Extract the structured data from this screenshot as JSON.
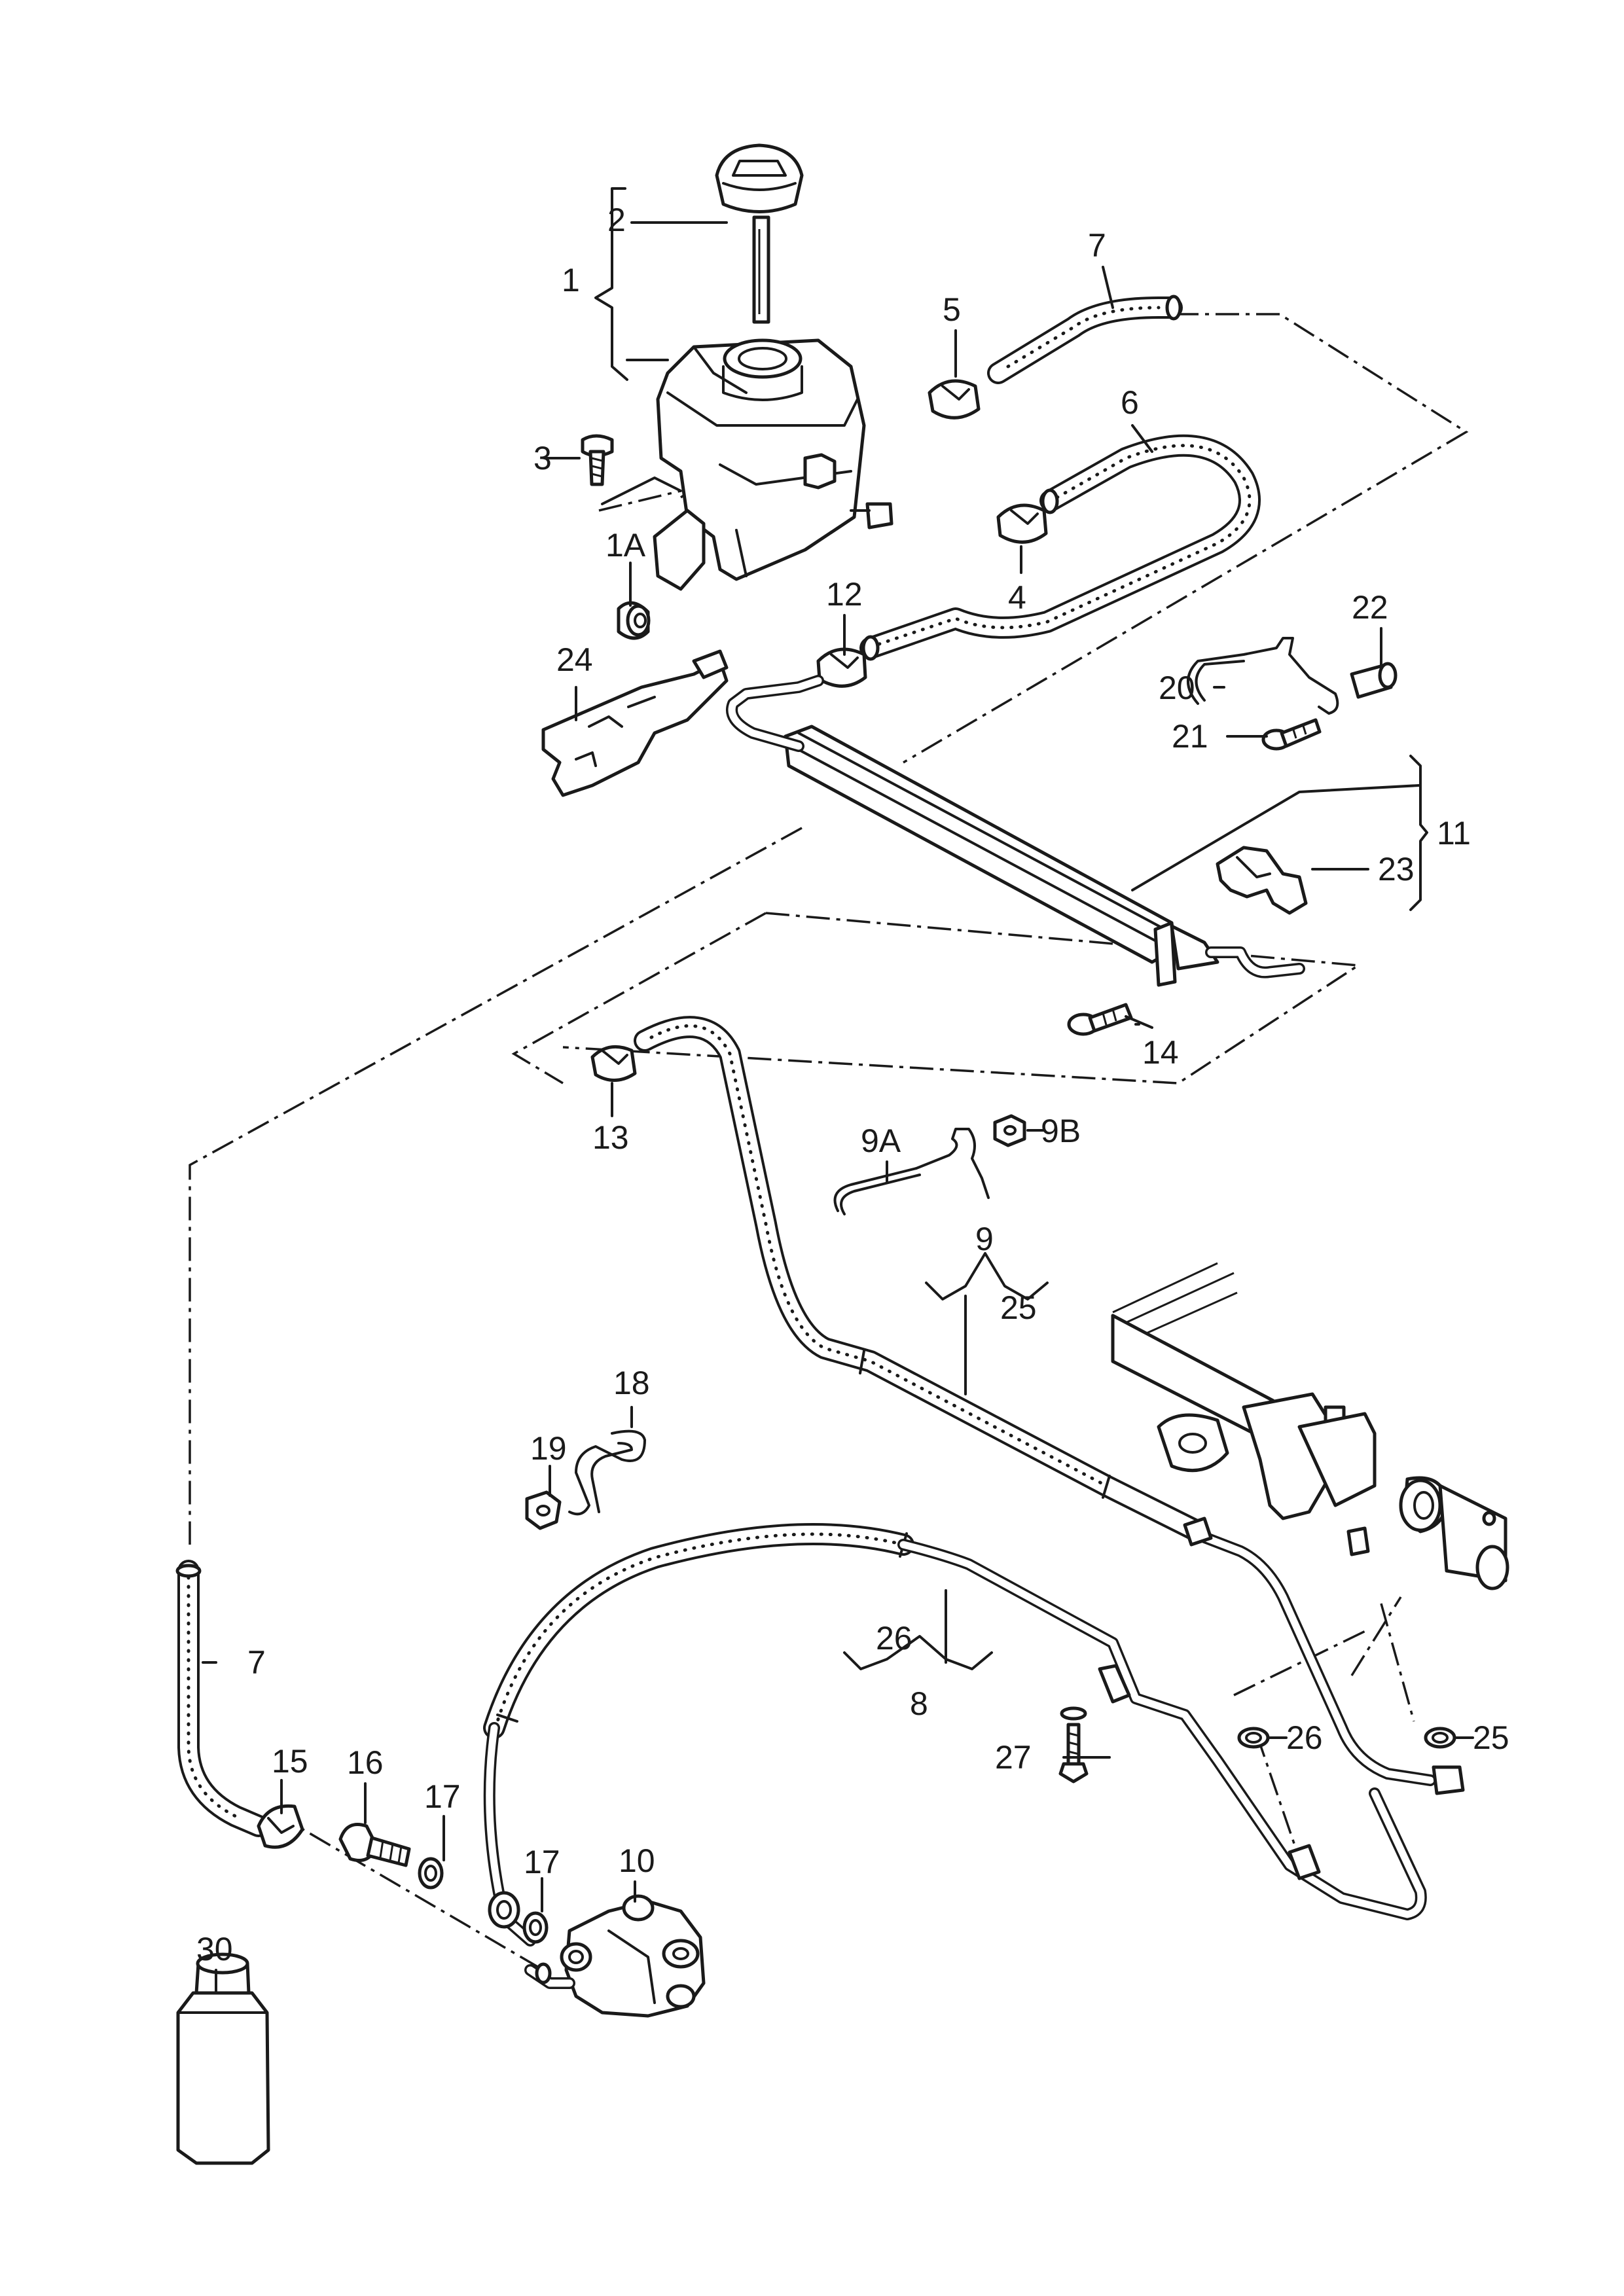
{
  "callouts": {
    "c1": "1",
    "c1A": "1A",
    "c2": "2",
    "c3": "3",
    "c4": "4",
    "c5": "5",
    "c6": "6",
    "c7_top": "7",
    "c7_bottom": "7",
    "c8": "8",
    "c9": "9",
    "c9A": "9A",
    "c9B": "9B",
    "c10": "10",
    "c11": "11",
    "c12": "12",
    "c13": "13",
    "c14": "14",
    "c15": "15",
    "c16": "16",
    "c17a": "17",
    "c17b": "17",
    "c18": "18",
    "c19": "19",
    "c20": "20",
    "c21": "21",
    "c22": "22",
    "c23": "23",
    "c24": "24",
    "c25a": "25",
    "c25b": "25",
    "c26a": "26",
    "c26b": "26",
    "c27": "27",
    "c30": "30"
  }
}
